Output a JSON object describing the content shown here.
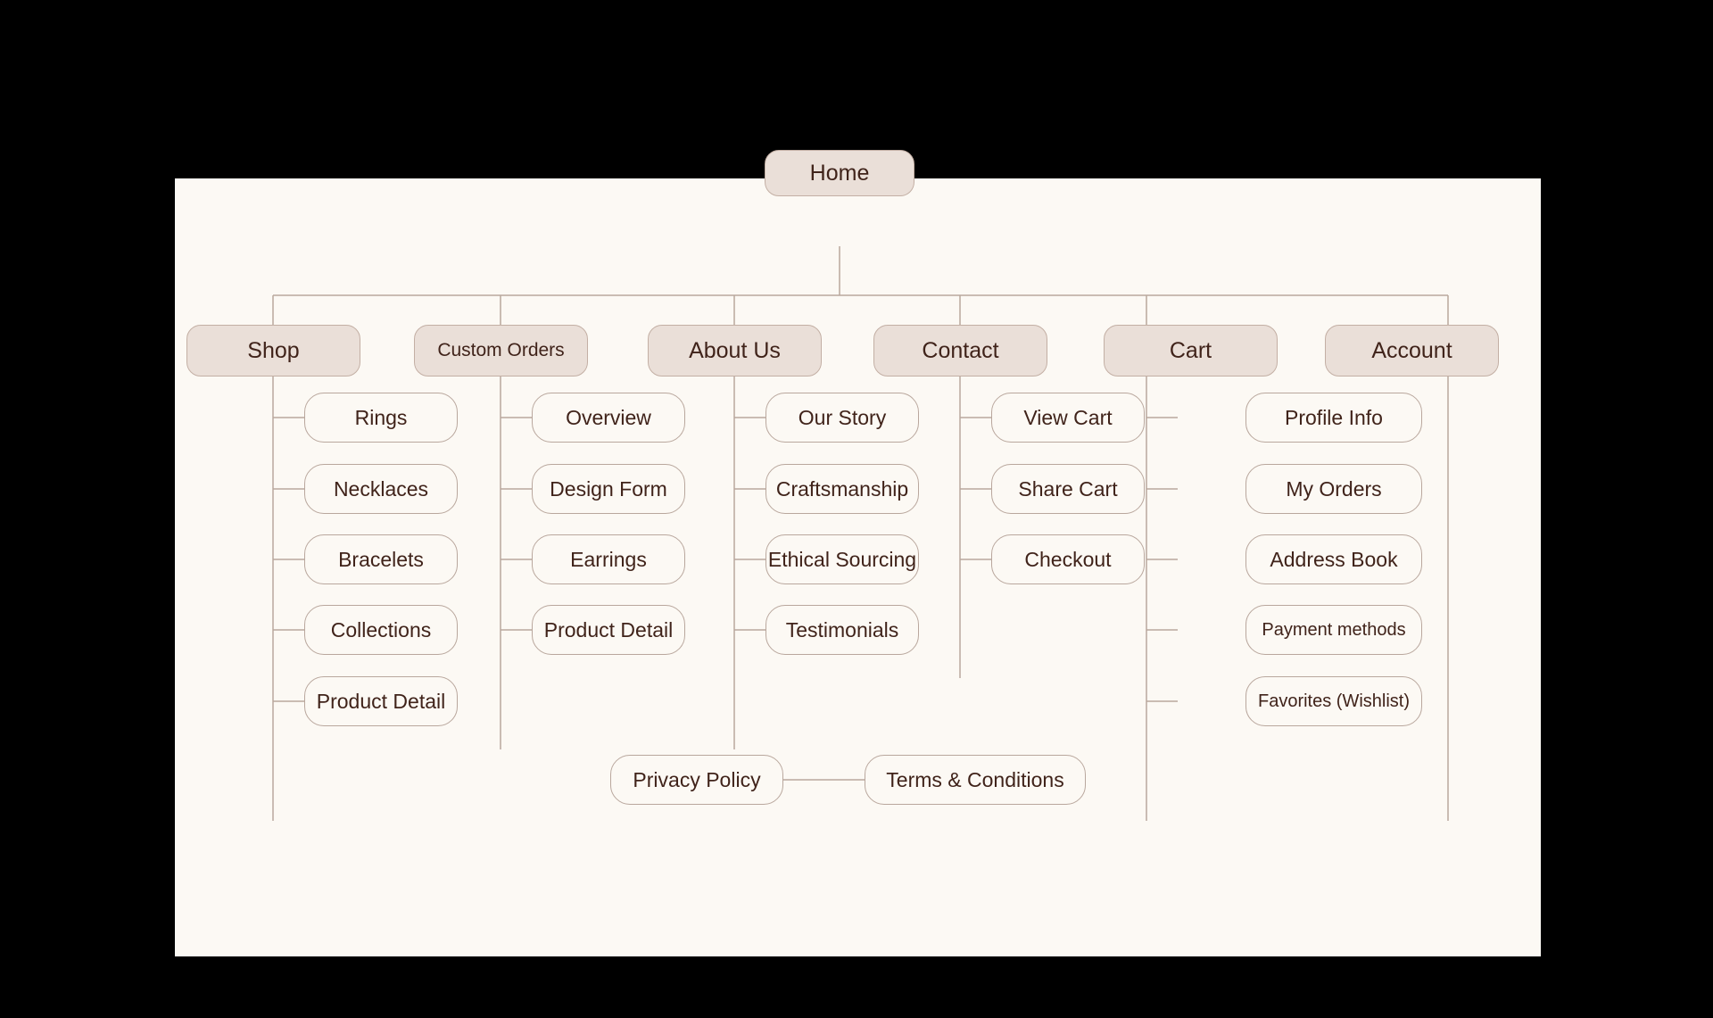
{
  "diagram": {
    "type": "sitemap",
    "title": "Home",
    "canvas_bg": "#000000",
    "panel_bg": "#FCF9F4",
    "node_fill": "#FCF9F4",
    "branch_fill": "#EADFD8",
    "border_color": "#B9A79D",
    "text_color": "#40231A"
  },
  "root": {
    "label": "Home"
  },
  "branches": [
    {
      "label": "Shop",
      "children": [
        {
          "label": "Rings"
        },
        {
          "label": "Necklaces"
        },
        {
          "label": "Bracelets"
        },
        {
          "label": "Collections"
        },
        {
          "label": "Product Detail"
        }
      ]
    },
    {
      "label": "Custom Orders",
      "children": [
        {
          "label": "Overview"
        },
        {
          "label": "Design Form"
        },
        {
          "label": "Earrings"
        },
        {
          "label": "Product Detail"
        }
      ]
    },
    {
      "label": "About Us",
      "children": [
        {
          "label": "Our Story"
        },
        {
          "label": "Craftsmanship"
        },
        {
          "label": "Ethical Sourcing"
        },
        {
          "label": "Testimonials"
        }
      ]
    },
    {
      "label": "Contact",
      "children": [
        {
          "label": "View Cart"
        },
        {
          "label": "Share Cart"
        },
        {
          "label": "Checkout"
        }
      ]
    },
    {
      "label": "Cart",
      "children": []
    },
    {
      "label": "Account",
      "children": [
        {
          "label": "Profile Info"
        },
        {
          "label": "My Orders"
        },
        {
          "label": "Address Book"
        },
        {
          "label": "Payment methods"
        },
        {
          "label": "Favorites (Wishlist)"
        }
      ]
    }
  ],
  "footer": [
    {
      "label": "Privacy Policy"
    },
    {
      "label": "Terms & Conditions"
    }
  ]
}
